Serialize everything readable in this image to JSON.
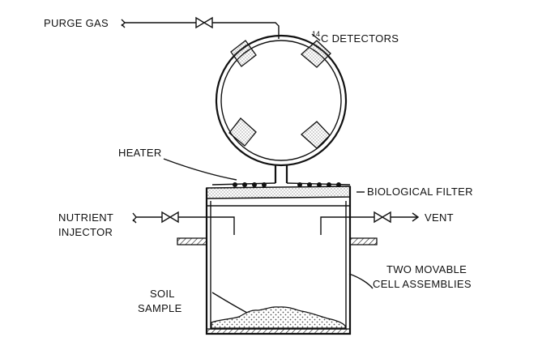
{
  "labels": {
    "purge_gas": "PURGE GAS",
    "detectors_superscript": "14",
    "detectors": "C DETECTORS",
    "heater": "HEATER",
    "biological_filter": "BIOLOGICAL FILTER",
    "nutrient_line1": "NUTRIENT",
    "nutrient_line2": "INJECTOR",
    "vent": "VENT",
    "soil_line1": "SOIL",
    "soil_line2": "SAMPLE",
    "cell_line1": "TWO MOVABLE",
    "cell_line2": "CELL ASSEMBLIES"
  },
  "colors": {
    "ink": "#111111",
    "paper": "#ffffff",
    "stipple": "#888888"
  }
}
